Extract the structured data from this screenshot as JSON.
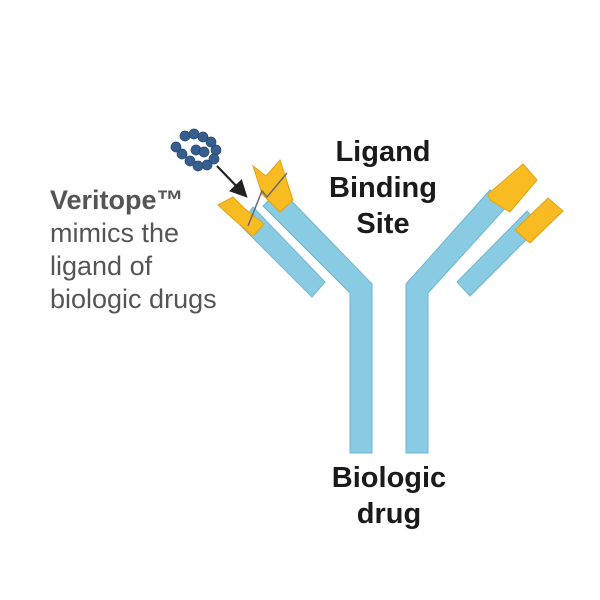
{
  "colors": {
    "arm_fill": "#89cbe2",
    "arm_stroke": "#6fb6d0",
    "tip_fill": "#f8bb22",
    "tip_stroke": "#e0a414",
    "bead_fill": "#365f90",
    "arrow": "#222222",
    "text_dark": "#1a1a1a",
    "text_gray": "#555555"
  },
  "labels": {
    "binding_site": [
      "Ligand",
      "Binding",
      "Site"
    ],
    "biologic_drug": [
      "Biologic",
      "drug"
    ],
    "veritope": {
      "brand": "Veritope™",
      "lines": [
        "mimics the",
        "ligand of",
        "biologic drugs"
      ]
    }
  },
  "icons": {
    "molecule": "bead-ring-icon",
    "arrow": "arrow-icon"
  }
}
